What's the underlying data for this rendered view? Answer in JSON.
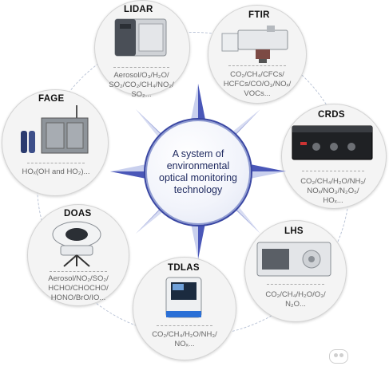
{
  "center": {
    "line1": "A system of",
    "line2": "environmental",
    "line3": "optical monitoring",
    "line4": "technology"
  },
  "colors": {
    "accent": "#3a47a3",
    "star_light": "#c9d0ee",
    "star_dark": "#4a57b8"
  },
  "instruments": [
    {
      "name": "LIDAR",
      "species": [
        "Aerosol/O₃/H₂O/",
        "SO₂/CO₂/CH₄/NO₂/",
        "SO₂..."
      ]
    },
    {
      "name": "FTIR",
      "species": [
        "CO₂/CH₄/CFCs/",
        "HCFCs/CO/O₃/NOₓ/",
        "VOCs..."
      ]
    },
    {
      "name": "CRDS",
      "species": [
        "CO₂/CH₄/H₂O/NH₃/",
        "NOₓ/NO₃/N₂O₅/",
        "HOₓ..."
      ]
    },
    {
      "name": "LHS",
      "species": [
        "CO₂/CH₄/H₂O/O₃/",
        "N₂O..."
      ]
    },
    {
      "name": "TDLAS",
      "species": [
        "CO₂/CH₄/H₂O/NH₃/",
        "NOₓ..."
      ]
    },
    {
      "name": "DOAS",
      "species": [
        "Aerosol/NO₂/SO₂/",
        "HCHO/CHOCHO/",
        "HONO/BrO/IO..."
      ]
    },
    {
      "name": "FAGE",
      "species": [
        "HOₓ(OH and HO₂)..."
      ]
    }
  ]
}
